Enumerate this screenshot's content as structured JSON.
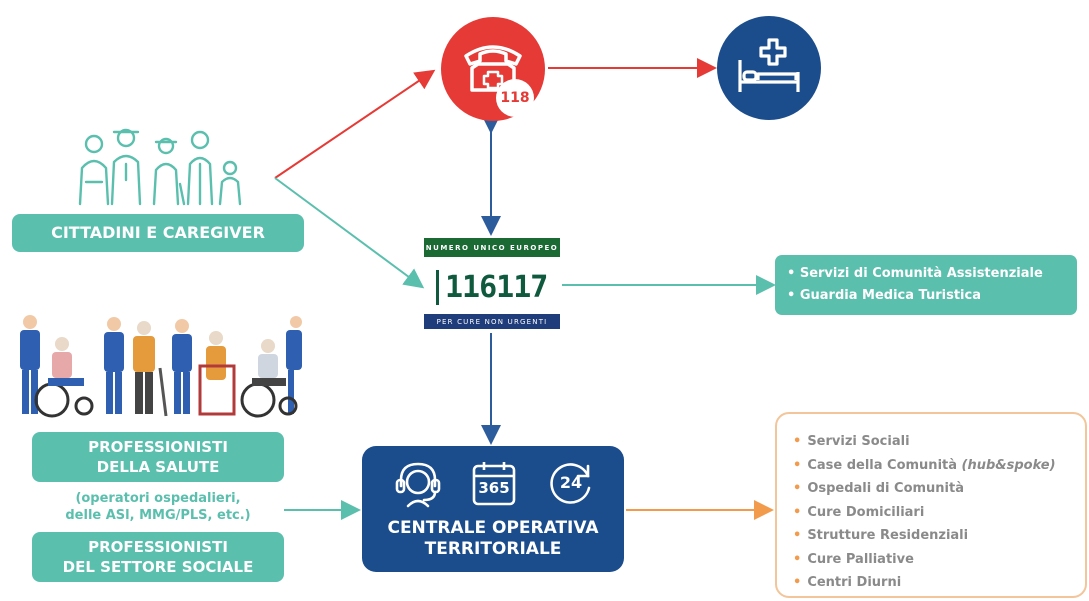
{
  "nodes": {
    "emergency_number": "118",
    "cittadini_label": "CITTADINI E CAREGIVER",
    "nue_top": "NUMERO UNICO EUROPEO",
    "nue_number": "116117",
    "nue_bottom": "PER CURE NON URGENTI",
    "prof_salute": [
      "PROFESSIONISTI",
      "DELLA SALUTE"
    ],
    "prof_salute_note": [
      "(operatori ospedalieri,",
      "delle ASl, MMG/PLS, etc.)"
    ],
    "prof_sociale": [
      "PROFESSIONISTI",
      "DEL SETTORE SOCIALE"
    ],
    "cot_title": [
      "CENTRALE OPERATIVA",
      "TERRITORIALE"
    ],
    "cot_icon_365": "365",
    "cot_icon_24": "24"
  },
  "services_116117": [
    "Servizi di Comunità Assistenziale",
    "Guardia Medica Turistica"
  ],
  "cot_services": [
    {
      "text": "Servizi Sociali"
    },
    {
      "text": "Case della Comunità",
      "italic": "(hub&spoke)"
    },
    {
      "text": "Ospedali di Comunità"
    },
    {
      "text": "Cure Domiciliari"
    },
    {
      "text": "Strutture Residenziali"
    },
    {
      "text": "Cure Palliative"
    },
    {
      "text": "Centri Diurni"
    }
  ],
  "colors": {
    "red": "#e53a35",
    "navy": "#1b4c8c",
    "teal": "#5bbfae",
    "orange": "#f29b4c",
    "green": "#1b6a34"
  },
  "icons": [
    "people-group-icon",
    "phone-cross-icon",
    "hospital-bed-icon",
    "healthcare-staff-illustration",
    "headset-icon",
    "calendar-icon",
    "clock-24-icon"
  ]
}
